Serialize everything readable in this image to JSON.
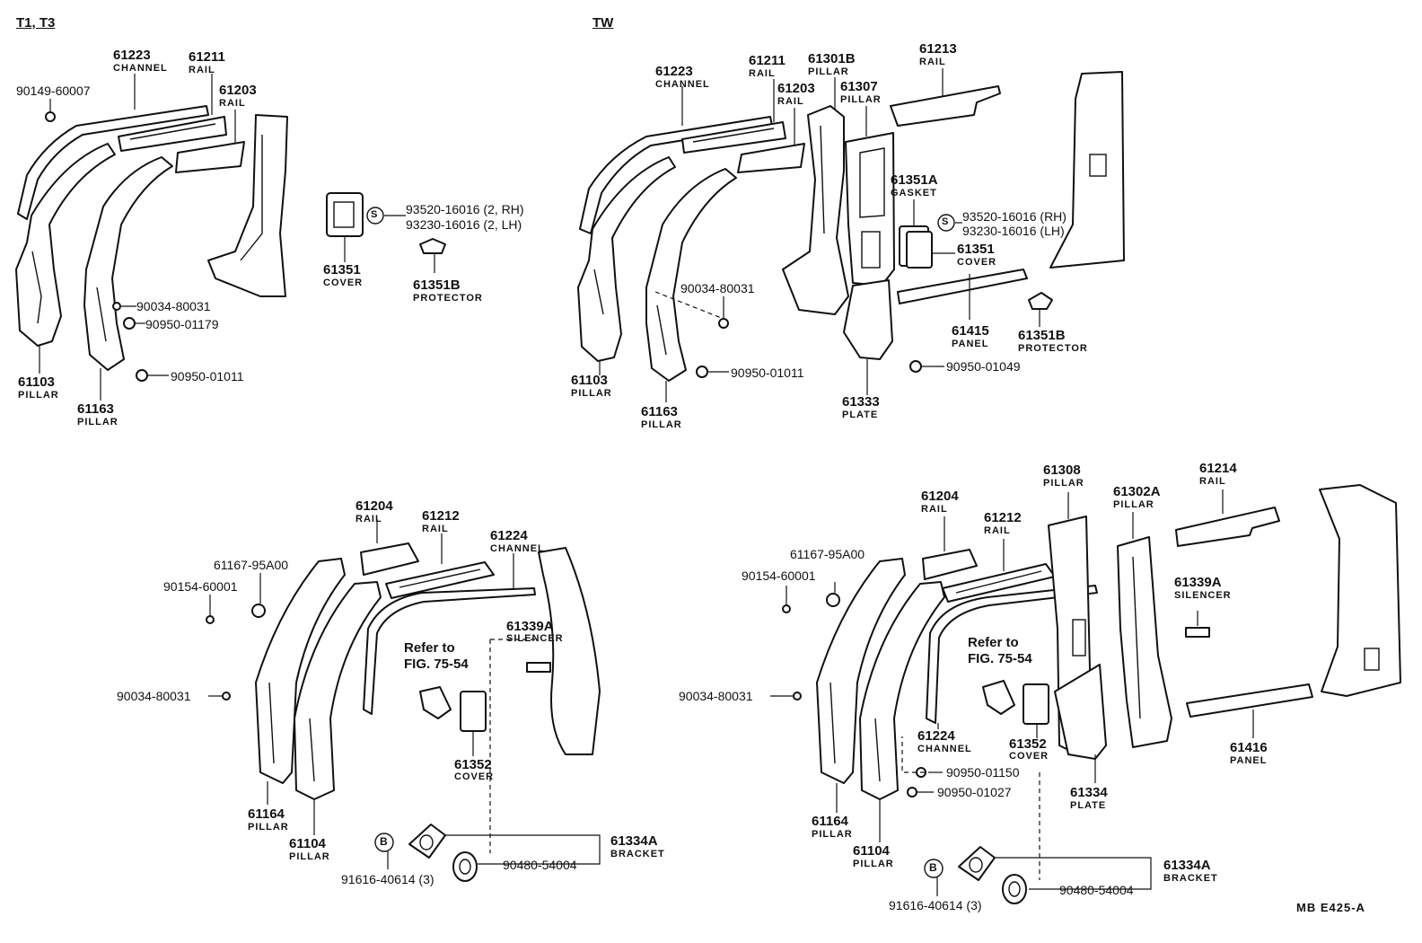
{
  "sections": {
    "t1t3": "T1, T3",
    "tw": "TW"
  },
  "code": "MB  E425-A",
  "q1": {
    "channel_61223": {
      "pn": "61223",
      "name": "CHANNEL"
    },
    "rail_61211": {
      "pn": "61211",
      "name": "RAIL"
    },
    "rail_61203": {
      "pn": "61203",
      "name": "RAIL"
    },
    "bolt": "90149-60007",
    "screw_s_rh": "93520-16016 (2, RH)",
    "screw_s_lh": "93230-16016 (2, LH)",
    "cover_61351": {
      "pn": "61351",
      "name": "COVER"
    },
    "protector_61351b": {
      "pn": "61351B",
      "name": "PROTECTOR"
    },
    "plug_80031": "90034-80031",
    "plug_01179": "90950-01179",
    "plug_01011": "90950-01011",
    "pillar_61103": {
      "pn": "61103",
      "name": "PILLAR"
    },
    "pillar_61163": {
      "pn": "61163",
      "name": "PILLAR"
    }
  },
  "q2": {
    "channel_61223": {
      "pn": "61223",
      "name": "CHANNEL"
    },
    "rail_61211": {
      "pn": "61211",
      "name": "RAIL"
    },
    "pillar_61301b": {
      "pn": "61301B",
      "name": "PILLAR"
    },
    "rail_61203": {
      "pn": "61203",
      "name": "RAIL"
    },
    "pillar_61307": {
      "pn": "61307",
      "name": "PILLAR"
    },
    "rail_61213": {
      "pn": "61213",
      "name": "RAIL"
    },
    "gasket_61351a": {
      "pn": "61351A",
      "name": "GASKET"
    },
    "screw_s_rh": "93520-16016 (RH)",
    "screw_s_lh": "93230-16016 (LH)",
    "cover_61351": {
      "pn": "61351",
      "name": "COVER"
    },
    "plug_80031": "90034-80031",
    "panel_61415": {
      "pn": "61415",
      "name": "PANEL"
    },
    "protector_61351b": {
      "pn": "61351B",
      "name": "PROTECTOR"
    },
    "plug_01049": "90950-01049",
    "plug_01011": "90950-01011",
    "pillar_61103": {
      "pn": "61103",
      "name": "PILLAR"
    },
    "pillar_61163": {
      "pn": "61163",
      "name": "PILLAR"
    },
    "plate_61333": {
      "pn": "61333",
      "name": "PLATE"
    }
  },
  "q3": {
    "rail_61204": {
      "pn": "61204",
      "name": "RAIL"
    },
    "rail_61212": {
      "pn": "61212",
      "name": "RAIL"
    },
    "channel_61224": {
      "pn": "61224",
      "name": "CHANNEL"
    },
    "grommet": "61167-95A00",
    "bolt": "90154-60001",
    "silencer_61339a": {
      "pn": "61339A",
      "name": "SILENCER"
    },
    "refer1": "Refer to",
    "refer2": "FIG. 75-54",
    "plug_80031": "90034-80031",
    "cover_61352": {
      "pn": "61352",
      "name": "COVER"
    },
    "pillar_61164": {
      "pn": "61164",
      "name": "PILLAR"
    },
    "pillar_61104": {
      "pn": "61104",
      "name": "PILLAR"
    },
    "bracket_61334a": {
      "pn": "61334A",
      "name": "BRACKET"
    },
    "seal_54004": "90480-54004",
    "screw_b": "91616-40614 (3)"
  },
  "q4": {
    "pillar_61308": {
      "pn": "61308",
      "name": "PILLAR"
    },
    "rail_61214": {
      "pn": "61214",
      "name": "RAIL"
    },
    "rail_61204": {
      "pn": "61204",
      "name": "RAIL"
    },
    "pillar_61302a": {
      "pn": "61302A",
      "name": "PILLAR"
    },
    "rail_61212": {
      "pn": "61212",
      "name": "RAIL"
    },
    "grommet": "61167-95A00",
    "bolt": "90154-60001",
    "silencer_61339a": {
      "pn": "61339A",
      "name": "SILENCER"
    },
    "refer1": "Refer to",
    "refer2": "FIG. 75-54",
    "plug_80031": "90034-80031",
    "channel_61224": {
      "pn": "61224",
      "name": "CHANNEL"
    },
    "cover_61352": {
      "pn": "61352",
      "name": "COVER"
    },
    "panel_61416": {
      "pn": "61416",
      "name": "PANEL"
    },
    "plug_01150": "90950-01150",
    "plug_01027": "90950-01027",
    "plate_61334": {
      "pn": "61334",
      "name": "PLATE"
    },
    "pillar_61164": {
      "pn": "61164",
      "name": "PILLAR"
    },
    "pillar_61104": {
      "pn": "61104",
      "name": "PILLAR"
    },
    "bracket_61334a": {
      "pn": "61334A",
      "name": "BRACKET"
    },
    "seal_54004": "90480-54004",
    "screw_b": "91616-40614 (3)"
  },
  "symbols": {
    "s": "S",
    "b": "B"
  }
}
